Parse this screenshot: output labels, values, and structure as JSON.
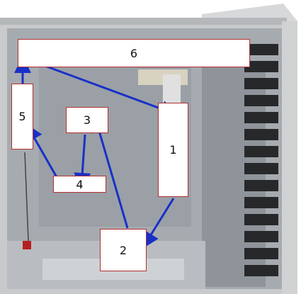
{
  "image": {
    "subject": "computer-case-interior",
    "colors": {
      "case_frame": "#c8cacc",
      "inner_panel": "#9ea3a8",
      "dark_bays": "#26282a",
      "box_border": "#b03030",
      "arrow": "#1830c8",
      "label_text": "#111111"
    }
  },
  "labels": [
    {
      "id": "6",
      "text": "6"
    },
    {
      "id": "5",
      "text": "5"
    },
    {
      "id": "3",
      "text": "3"
    },
    {
      "id": "4",
      "text": "4"
    },
    {
      "id": "1",
      "text": "1"
    },
    {
      "id": "2",
      "text": "2"
    }
  ]
}
